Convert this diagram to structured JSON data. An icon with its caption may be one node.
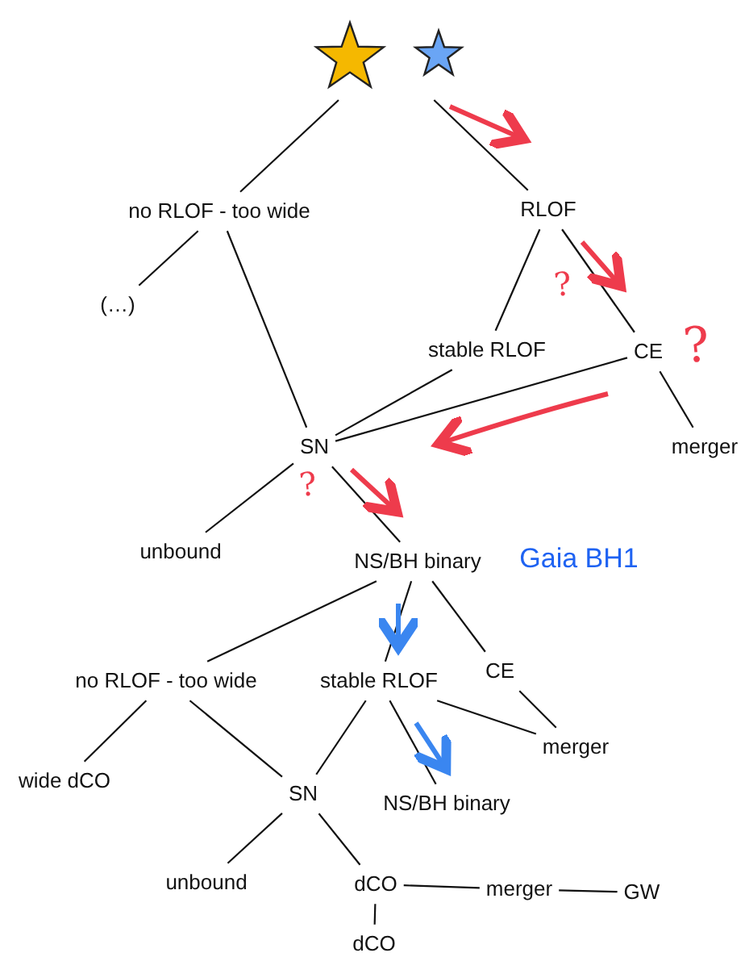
{
  "diagram": {
    "nodes": [
      {
        "text": [],
        "shape": "star"
      },
      {
        "text": [
          "no RLOF - too wide"
        ]
      },
      {
        "text": [
          "RLOF"
        ]
      },
      {
        "text": [
          "(…)"
        ]
      },
      {
        "text": [
          "stable RLOF"
        ]
      },
      {
        "text": [
          "CE"
        ]
      },
      {
        "text": [
          "SN"
        ]
      },
      {
        "text": [
          "merger"
        ]
      },
      {
        "text": [
          "unbound"
        ]
      },
      {
        "text": [
          "NS/BH binary"
        ]
      },
      {
        "text": [
          "no RLOF - too wide"
        ]
      },
      {
        "text": [
          "stable RLOF"
        ]
      },
      {
        "text": [
          "CE"
        ]
      },
      {
        "text": [
          "wide dCO"
        ]
      },
      {
        "text": [
          "SN"
        ]
      },
      {
        "text": [
          "NS/BH binary"
        ]
      },
      {
        "text": [
          "merger"
        ]
      },
      {
        "text": [
          "unbound"
        ]
      },
      {
        "text": [
          "dCO"
        ]
      },
      {
        "text": [
          "merger"
        ]
      },
      {
        "text": [
          "GW"
        ]
      },
      {
        "text": [
          "dCO"
        ]
      }
    ],
    "edges": [
      {
        "from": 0,
        "to": 1,
        "arrow": "none"
      },
      {
        "from": 0,
        "to": 2,
        "arrow": "none"
      },
      {
        "from": 1,
        "to": 3,
        "arrow": "none"
      },
      {
        "from": 1,
        "to": 6,
        "arrow": "none"
      },
      {
        "from": 2,
        "to": 4,
        "arrow": "none"
      },
      {
        "from": 2,
        "to": 5,
        "arrow": "none"
      },
      {
        "from": 4,
        "to": 6,
        "arrow": "none"
      },
      {
        "from": 5,
        "to": 6,
        "arrow": "none"
      },
      {
        "from": 5,
        "to": 7,
        "arrow": "none"
      },
      {
        "from": 6,
        "to": 8,
        "arrow": "none"
      },
      {
        "from": 6,
        "to": 9,
        "arrow": "none"
      },
      {
        "from": 9,
        "to": 10,
        "arrow": "none"
      },
      {
        "from": 9,
        "to": 11,
        "arrow": "none"
      },
      {
        "from": 9,
        "to": 12,
        "arrow": "none"
      },
      {
        "from": 12,
        "to": 16,
        "arrow": "none"
      },
      {
        "from": 10,
        "to": 13,
        "arrow": "none"
      },
      {
        "from": 10,
        "to": 14,
        "arrow": "none"
      },
      {
        "from": 11,
        "to": 14,
        "arrow": "none"
      },
      {
        "from": 11,
        "to": 15,
        "arrow": "none"
      },
      {
        "from": 11,
        "to": 16,
        "arrow": "none"
      },
      {
        "from": 14,
        "to": 17,
        "arrow": "none"
      },
      {
        "from": 14,
        "to": 18,
        "arrow": "none"
      },
      {
        "from": 18,
        "to": 19,
        "arrow": "none"
      },
      {
        "from": 19,
        "to": 20,
        "arrow": "none"
      },
      {
        "from": 18,
        "to": 21,
        "arrow": "none"
      }
    ],
    "labels": [
      "?",
      "?",
      "?",
      "Gaia BH1"
    ]
  }
}
